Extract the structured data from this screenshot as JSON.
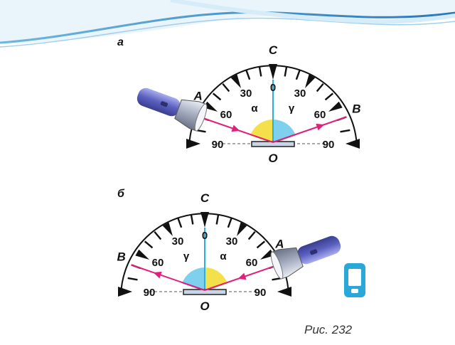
{
  "slide": {
    "caption": "Рис. 232",
    "colors": {
      "ray": "#e0207a",
      "normal": "#2ab0d8",
      "alpha_fill": "#f4e04a",
      "gamma_fill": "#7fd0ee",
      "mirror": "#c9d4e4",
      "flashlight": "#6b6fc8"
    }
  },
  "figure_a": {
    "panel_label": "а",
    "top_label": "C",
    "center_label": "O",
    "source_label": "A",
    "target_label": "B",
    "tick_labels": {
      "top": "0",
      "left30": "30",
      "right30": "30",
      "left60": "60",
      "right60": "60",
      "left90": "90",
      "right90": "90"
    },
    "incidence_symbol": "α",
    "reflection_symbol": "γ",
    "source_side": "left",
    "incidence_angle_deg": 70,
    "reflection_angle_deg": 70
  },
  "figure_b": {
    "panel_label": "б",
    "top_label": "C",
    "center_label": "O",
    "source_label": "A",
    "target_label": "B",
    "tick_labels": {
      "top": "0",
      "left30": "30",
      "right30": "30",
      "left60": "60",
      "right60": "60",
      "left90": "90",
      "right90": "90"
    },
    "incidence_symbol": "α",
    "reflection_symbol": "γ",
    "source_side": "right",
    "incidence_angle_deg": 70,
    "reflection_angle_deg": 70
  },
  "icons": {
    "phone": "phone-icon",
    "flashlight": "flashlight-icon"
  }
}
